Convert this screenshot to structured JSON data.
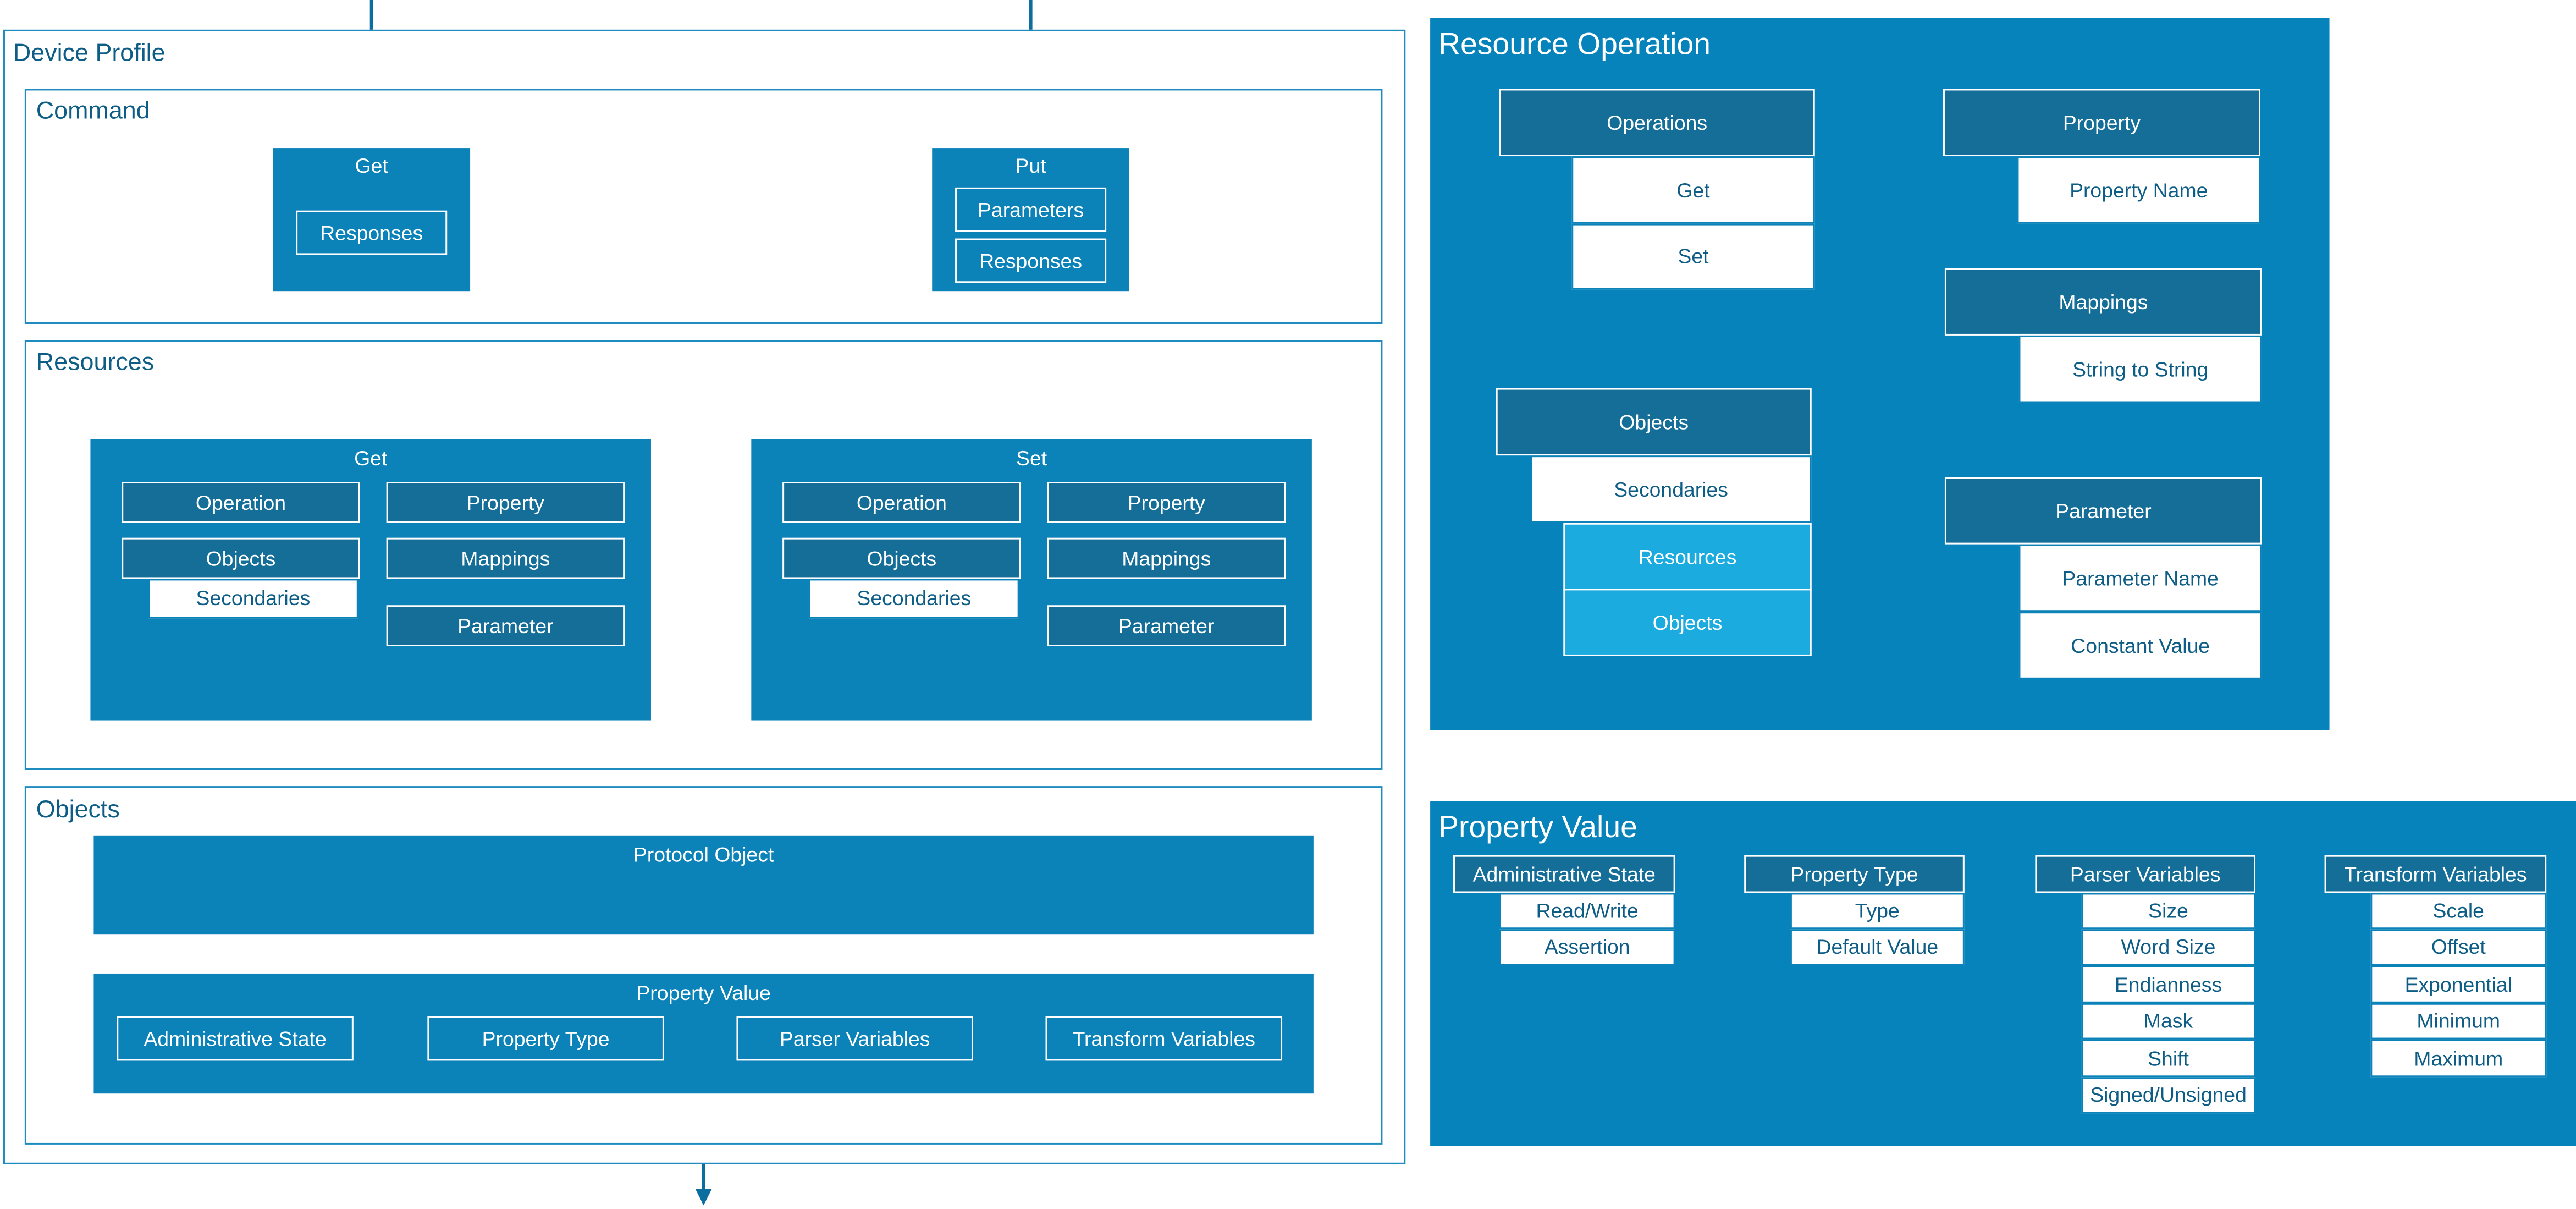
{
  "device_profile": {
    "title": "Device Profile",
    "command": {
      "title": "Command",
      "get": {
        "title": "Get",
        "items": [
          "Responses"
        ]
      },
      "put": {
        "title": "Put",
        "items": [
          "Parameters",
          "Responses"
        ]
      }
    },
    "resources": {
      "title": "Resources",
      "get": {
        "title": "Get",
        "operation": "Operation",
        "objects": "Objects",
        "secondaries": "Secondaries",
        "property": "Property",
        "mappings": "Mappings",
        "parameter": "Parameter"
      },
      "set": {
        "title": "Set",
        "operation": "Operation",
        "objects": "Objects",
        "secondaries": "Secondaries",
        "property": "Property",
        "mappings": "Mappings",
        "parameter": "Parameter"
      }
    },
    "objects": {
      "title": "Objects",
      "protocol_object": "Protocol Object",
      "property_value": {
        "title": "Property Value",
        "steps": [
          "Administrative State",
          "Property Type",
          "Parser Variables",
          "Transform Variables"
        ]
      }
    }
  },
  "resource_operation": {
    "title": "Resource Operation",
    "operations": {
      "header": "Operations",
      "items": [
        "Get",
        "Set"
      ]
    },
    "property": {
      "header": "Property",
      "items": [
        "Property Name"
      ]
    },
    "mappings": {
      "header": "Mappings",
      "items": [
        "String to String"
      ]
    },
    "objects": {
      "header": "Objects",
      "secondaries": "Secondaries",
      "items": [
        "Resources",
        "Objects"
      ]
    },
    "parameter": {
      "header": "Parameter",
      "items": [
        "Parameter Name",
        "Constant Value"
      ]
    }
  },
  "property_value": {
    "title": "Property Value",
    "groups": [
      {
        "header": "Administrative State",
        "items": [
          "Read/Write",
          "Assertion"
        ]
      },
      {
        "header": "Property Type",
        "items": [
          "Type",
          "Default Value"
        ]
      },
      {
        "header": "Parser Variables",
        "items": [
          "Size",
          "Word Size",
          "Endianness",
          "Mask",
          "Shift",
          "Signed/Unsigned"
        ]
      },
      {
        "header": "Transform Variables",
        "items": [
          "Scale",
          "Offset",
          "Exponential",
          "Minimum",
          "Maximum"
        ]
      }
    ]
  },
  "colors": {
    "frame_border": "#1f8cbf",
    "block": "#0b82b8",
    "header": "#156e98",
    "panel": "#0783bc",
    "highlight": "#1cabdf",
    "title_text": "#0e5d86",
    "connector": "#1f8cbf"
  }
}
